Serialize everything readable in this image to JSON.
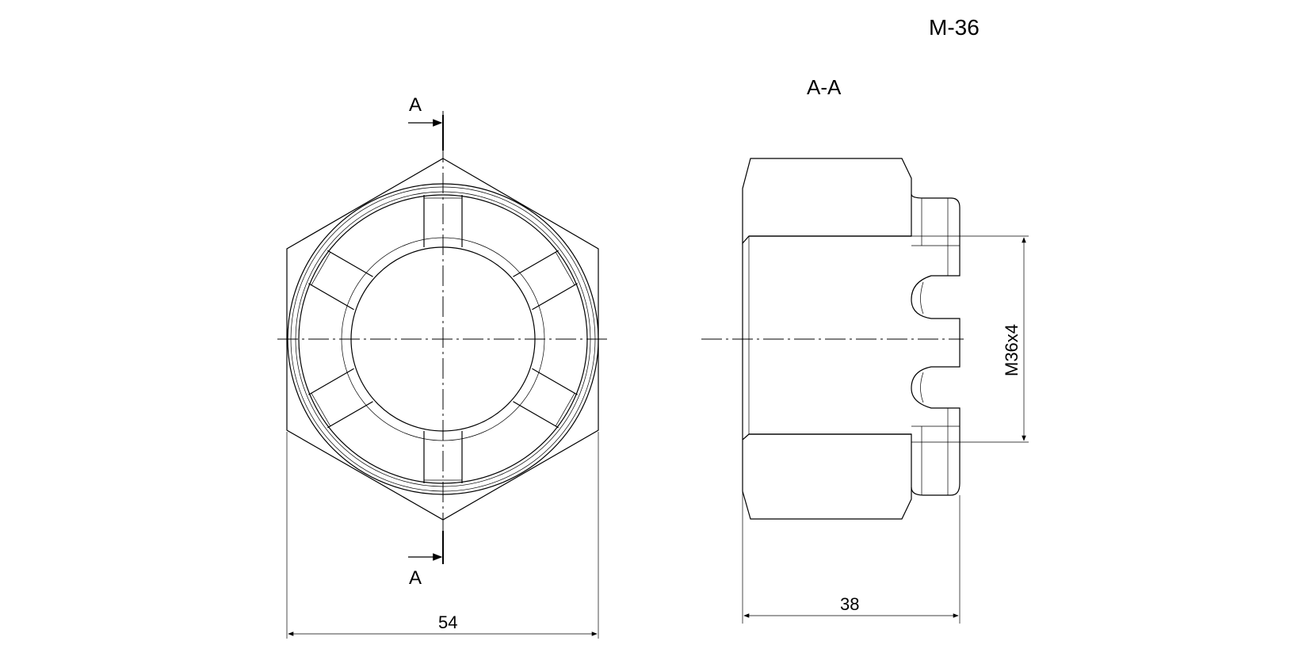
{
  "drawing": {
    "designation": "M-36",
    "section_title": "A-A",
    "section_marker_top": "A",
    "section_marker_bottom": "A",
    "dim_width_across_corners": "54",
    "dim_height": "38",
    "dim_thread": "M36x4"
  }
}
